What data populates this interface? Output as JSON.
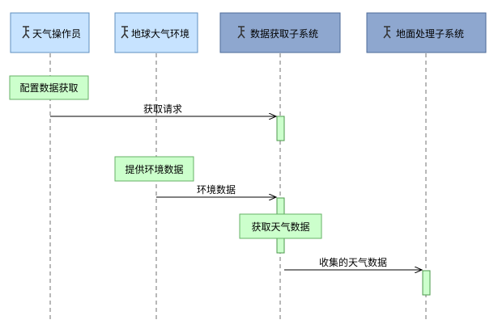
{
  "lifelines": [
    {
      "id": "weather-operator",
      "label": "天气操作员",
      "fill": "#c7e3ff",
      "stroke": "#5f8fbf",
      "icon": "actor-icon"
    },
    {
      "id": "earth-atmosphere",
      "label": "地球大气环境",
      "fill": "#c7e3ff",
      "stroke": "#5f8fbf",
      "icon": "actor-icon"
    },
    {
      "id": "data-acquisition",
      "label": "数据获取子系统",
      "fill": "#8ea7cf",
      "stroke": "#4d6b9a",
      "icon": "component-icon"
    },
    {
      "id": "ground-processing",
      "label": "地面处理子系统",
      "fill": "#8ea7cf",
      "stroke": "#4d6b9a",
      "icon": "component-icon"
    }
  ],
  "notes": [
    {
      "id": "config-data",
      "label": "配置数据获取",
      "lifeline": 0
    },
    {
      "id": "provide-env-data",
      "label": "提供环境数据",
      "lifeline": 1
    },
    {
      "id": "acquire-weather",
      "label": "获取天气数据",
      "lifeline": 2
    }
  ],
  "messages": [
    {
      "id": "acquire-request",
      "label": "获取请求",
      "from": 0,
      "to": 2
    },
    {
      "id": "env-data",
      "label": "环境数据",
      "from": 1,
      "to": 2
    },
    {
      "id": "collected-weather",
      "label": "收集的天气数据",
      "from": 2,
      "to": 3
    }
  ],
  "colors": {
    "note_fill": "#ccffcc",
    "note_stroke": "#66b266",
    "activation_fill": "#ccffcc",
    "activation_stroke": "#4c9a4c",
    "lifeline": "#707070",
    "arrow": "#000000"
  }
}
